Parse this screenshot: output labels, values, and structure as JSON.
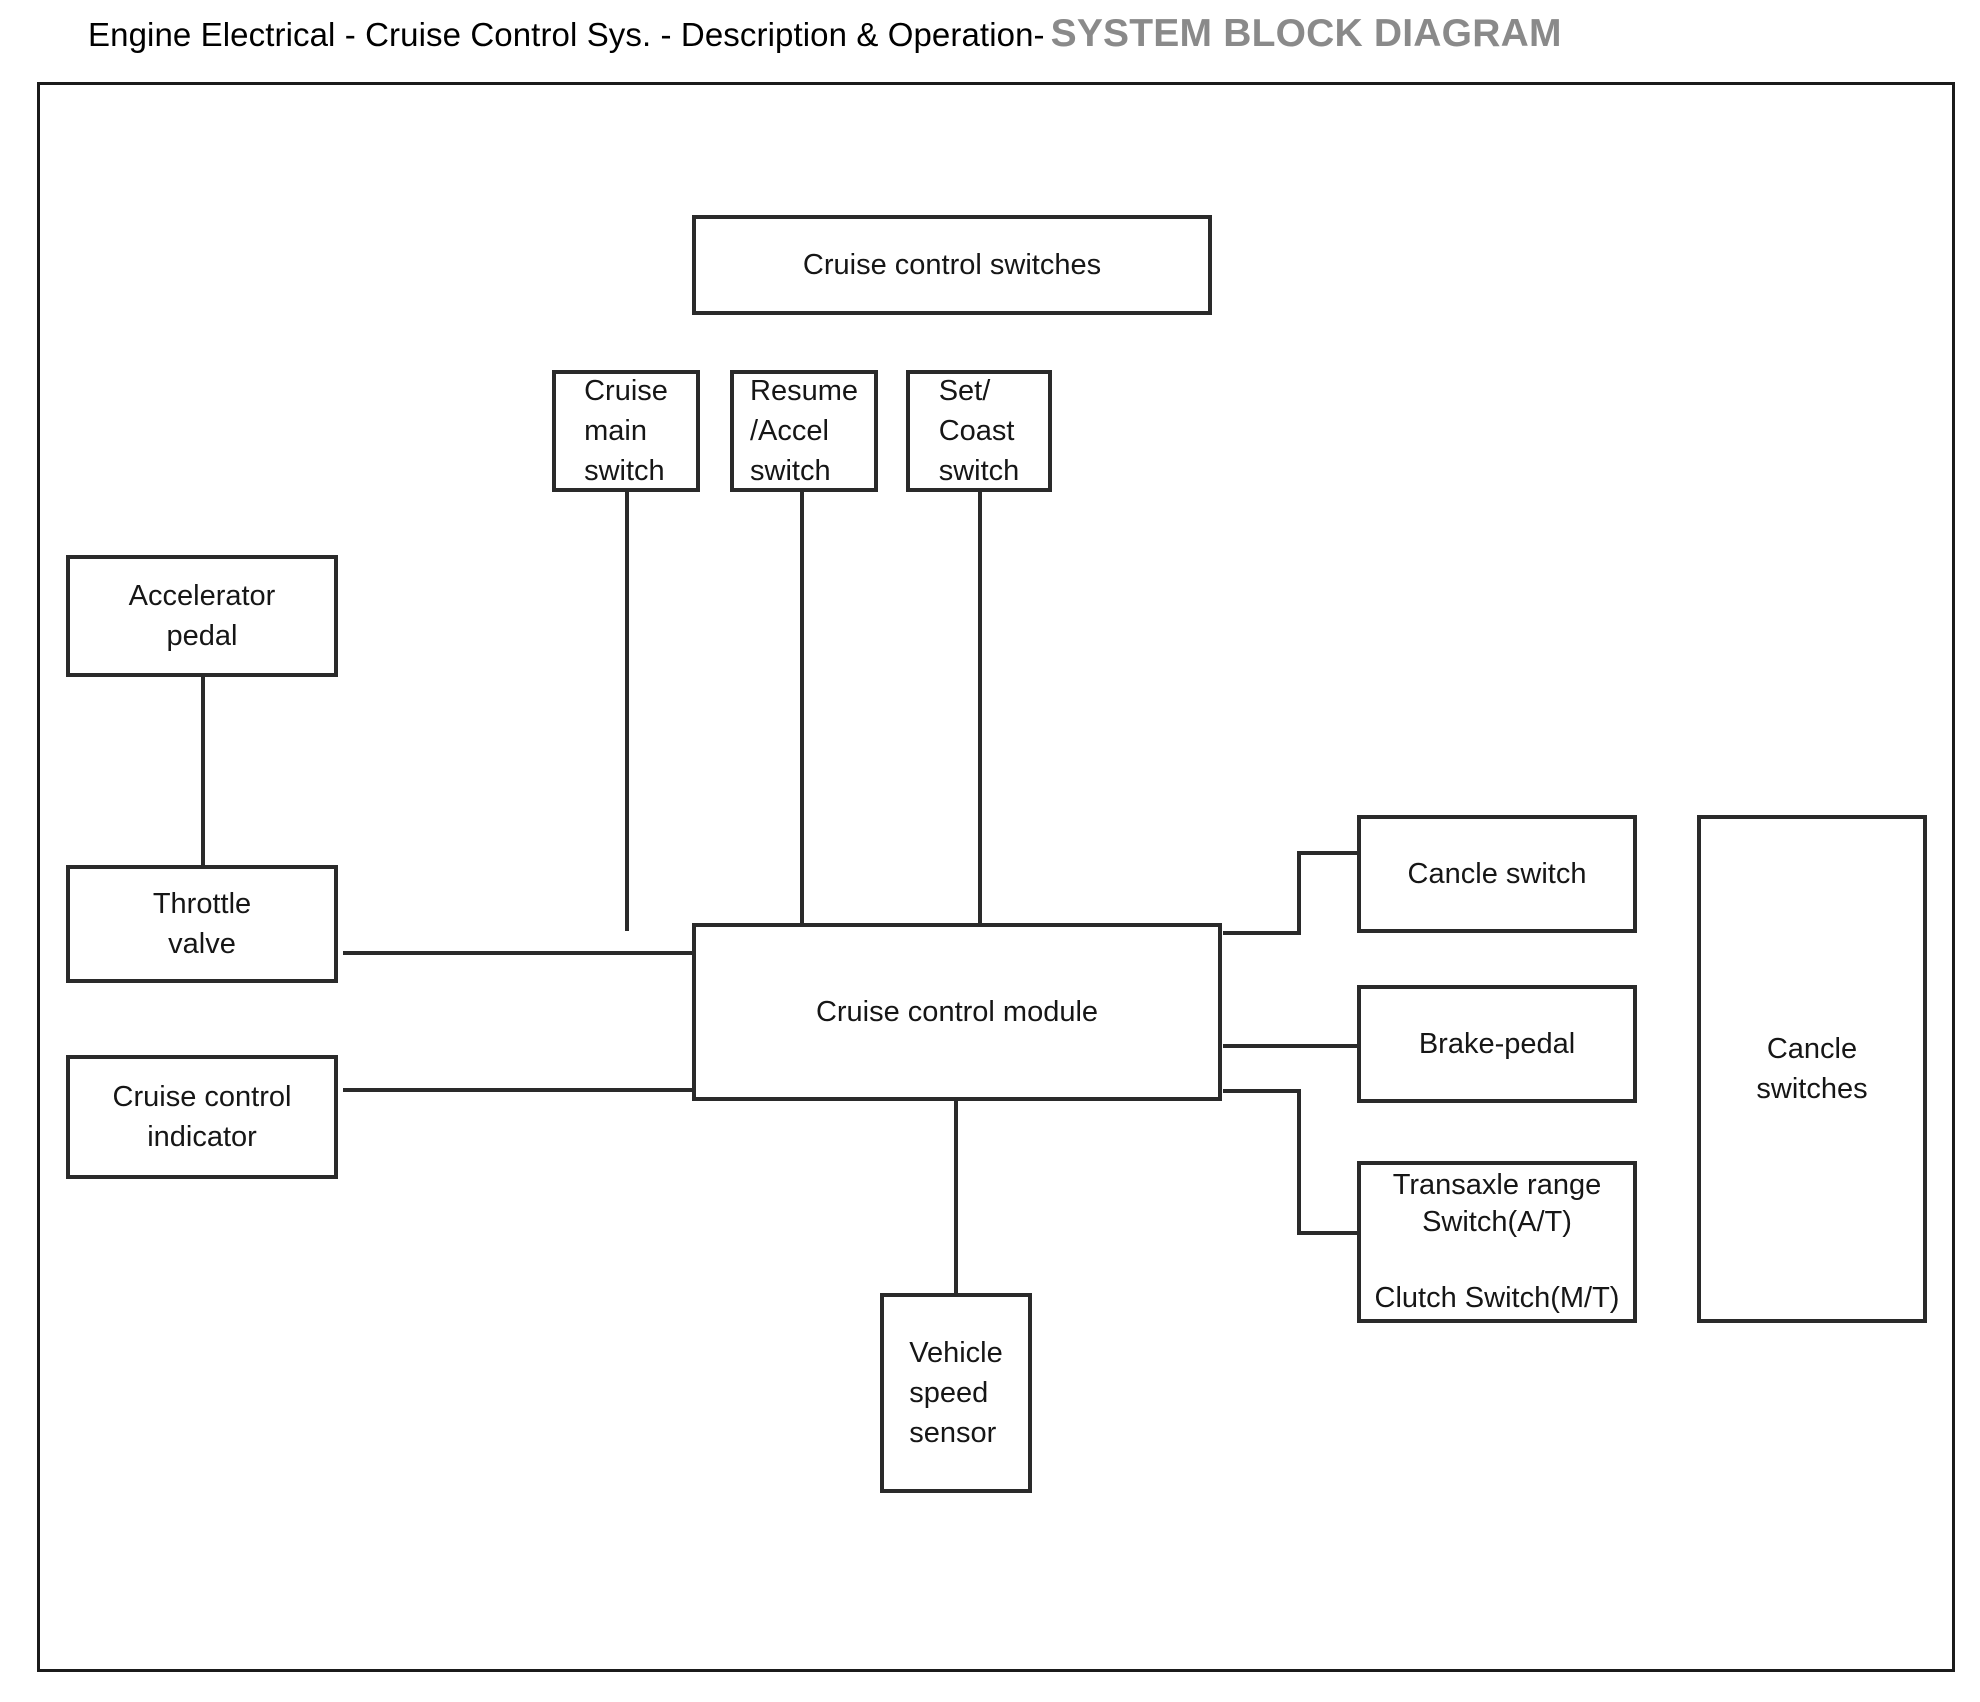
{
  "title": {
    "main": "Engine Electrical - Cruise Control Sys. - Description & Operation-",
    "accent": "SYSTEM BLOCK DIAGRAM"
  },
  "colors": {
    "title_main": "#000000",
    "title_accent": "#8a8a8a",
    "box_border": "#2a2a2a",
    "frame_border": "#1b1b1b",
    "background": "#ffffff",
    "wire": "#2a2a2a"
  },
  "diagram": {
    "type": "block-diagram",
    "blocks": [
      {
        "id": "cruise-control-switches",
        "label": "Cruise control switches"
      },
      {
        "id": "cruise-main-switch",
        "label": "Cruise\nmain\nswitch"
      },
      {
        "id": "resume-accel-switch",
        "label": "Resume\n/Accel\nswitch"
      },
      {
        "id": "set-coast-switch",
        "label": "Set/\nCoast\nswitch"
      },
      {
        "id": "accelerator-pedal",
        "label": "Accelerator\npedal"
      },
      {
        "id": "throttle-valve",
        "label": "Throttle\nvalve"
      },
      {
        "id": "cruise-control-indicator",
        "label": "Cruise control\nindicator"
      },
      {
        "id": "cruise-control-module",
        "label": "Cruise control module"
      },
      {
        "id": "vehicle-speed-sensor",
        "label": "Vehicle\nspeed\nsensor"
      },
      {
        "id": "cancle-switch",
        "label": "Cancle switch"
      },
      {
        "id": "brake-pedal",
        "label": "Brake-pedal"
      },
      {
        "id": "transaxle-range-switch",
        "label": "Transaxle range\nSwitch(A/T)\n\nClutch Switch(M/T)"
      },
      {
        "id": "cancle-switches-group",
        "label": "Cancle\nswitches"
      }
    ],
    "connections": [
      {
        "from": "cruise-main-switch",
        "to": "cruise-control-module"
      },
      {
        "from": "resume-accel-switch",
        "to": "cruise-control-module"
      },
      {
        "from": "set-coast-switch",
        "to": "cruise-control-module"
      },
      {
        "from": "accelerator-pedal",
        "to": "throttle-valve"
      },
      {
        "from": "throttle-valve",
        "to": "cruise-control-module"
      },
      {
        "from": "cruise-control-indicator",
        "to": "cruise-control-module"
      },
      {
        "from": "cruise-control-module",
        "to": "vehicle-speed-sensor"
      },
      {
        "from": "cruise-control-module",
        "to": "cancle-switch"
      },
      {
        "from": "cruise-control-module",
        "to": "brake-pedal"
      },
      {
        "from": "cruise-control-module",
        "to": "transaxle-range-switch"
      }
    ]
  }
}
